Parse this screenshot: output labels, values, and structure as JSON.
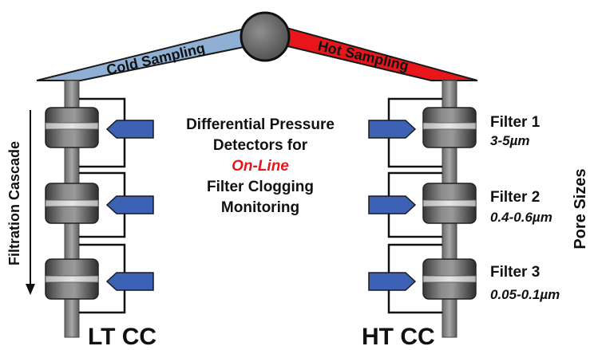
{
  "cold_label": "Cold Sampling",
  "hot_label": "Hot Sampling",
  "center_text": {
    "line1": "Differential Pressure",
    "line2": "Detectors for",
    "line3": "On-Line",
    "line4": "Filter Clogging",
    "line5": "Monitoring"
  },
  "left_axis_label": "Filtration Cascade",
  "right_axis_label": "Pore Sizes",
  "left_column_label": "LT CC",
  "right_column_label": "HT CC",
  "filters": [
    {
      "name": "Filter 1",
      "pore": "3-5µm"
    },
    {
      "name": "Filter 2",
      "pore": "0.4-0.6µm"
    },
    {
      "name": "Filter 3",
      "pore": "0.05-0.1µm"
    }
  ],
  "colors": {
    "cold": "#8fb0d4",
    "hot": "#e8161b",
    "online": "#e8161b",
    "detector": "#3d62b5",
    "filter_body": "#6b6b6b",
    "pipe": "#8a8a8a"
  }
}
